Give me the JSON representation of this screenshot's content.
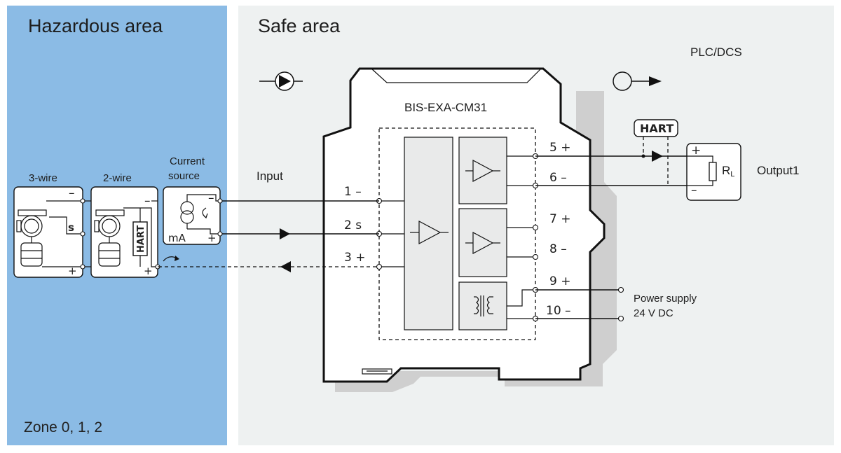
{
  "colors": {
    "hazardous_bg": "#8bbbe5",
    "safe_bg": "#eef1f1",
    "module_shadow": "#cfcfcf",
    "ink": "#111111"
  },
  "hazardous": {
    "title": "Hazardous area",
    "zone": "Zone  0, 1, 2",
    "device_3wire": {
      "label": "3-wire",
      "s_label": "s",
      "minus": "–",
      "plus": "+"
    },
    "device_2wire": {
      "label": "2-wire",
      "hart": "HART",
      "minus": "–",
      "plus": "+"
    },
    "current_source": {
      "label_line1": "Current",
      "label_line2": "source",
      "unit": "mA",
      "minus": "–",
      "plus": "+"
    }
  },
  "safe": {
    "title": "Safe area",
    "input_label": "Input",
    "plc_label": "PLC/DCS",
    "module_name": "BIS-EXA-CM31",
    "hart_label": "HART",
    "load_label": "R",
    "load_sub": "L",
    "output_label": "Output1",
    "output_plus": "+",
    "output_minus": "–",
    "power_line1": "Power supply",
    "power_line2": "24 V DC",
    "terminals": {
      "t1": "1 –",
      "t2": "2 s",
      "t3": "3 +",
      "t5": "5 +",
      "t6": "6 –",
      "t7": "7 +",
      "t8": "8 –",
      "t9": "9 +",
      "t10": "10 –"
    }
  }
}
